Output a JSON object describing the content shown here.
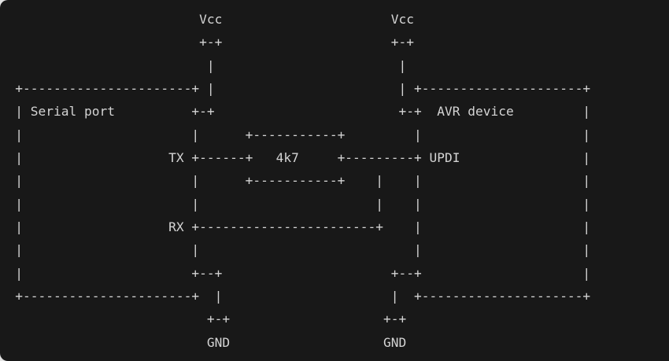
{
  "page": {
    "background_color": "#e3e3e3"
  },
  "code_block": {
    "background_color": "#181818",
    "text_color": "#d4d4d4",
    "diagram_lines": [
      "                         Vcc                      Vcc",
      "                         +-+                      +-+",
      "                          |                        |",
      " +----------------------+ |                        | +---------------------+",
      " | Serial port          +-+                        +-+  AVR device         |",
      " |                      |      +-----------+         |                     |",
      " |                   TX +------+   4k7     +---------+ UPDI                |",
      " |                      |      +-----------+    |    |                     |",
      " |                      |                       |    |                     |",
      " |                   RX +-----------------------+    |                     |",
      " |                      |                            |                     |",
      " |                      +--+                      +--+                     |",
      " +----------------------+  |                      |  +---------------------+",
      "                          +-+                    +-+",
      "                          GND                    GND"
    ]
  },
  "diagram_semantics": {
    "type": "ascii-circuit-diagram",
    "left_component": "Serial port",
    "right_component": "AVR device",
    "left_pins": [
      "TX",
      "RX"
    ],
    "right_pins": [
      "UPDI"
    ],
    "resistor_value": "4k7",
    "power_rails": [
      "Vcc",
      "Vcc"
    ],
    "ground_rails": [
      "GND",
      "GND"
    ]
  }
}
